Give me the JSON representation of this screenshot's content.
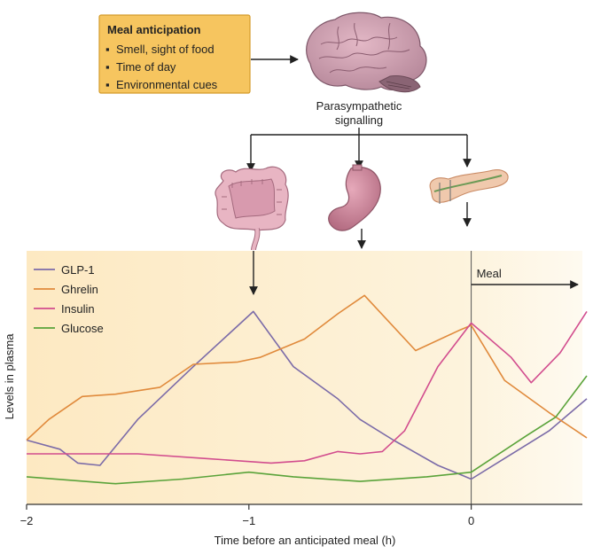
{
  "anticipation_box": {
    "title": "Meal anticipation",
    "items": [
      "Smell, sight of food",
      "Time of day",
      "Environmental cues"
    ],
    "bullet": "▪",
    "fill": "#f6c55f",
    "stroke": "#d49b2a"
  },
  "brain_caption": [
    "Parasympathetic",
    "signalling"
  ],
  "chart_data": {
    "type": "line",
    "xlabel": "Time before an anticipated meal (h)",
    "ylabel": "Levels in plasma",
    "xlim": [
      -2,
      0.5
    ],
    "ylim": [
      0,
      1
    ],
    "xticks": [
      {
        "value": -2,
        "label": "−2"
      },
      {
        "value": -1,
        "label": "−1"
      },
      {
        "value": 0,
        "label": "0"
      }
    ],
    "meal_marker": {
      "x": 0,
      "label": "Meal"
    },
    "legend_position": "top-left",
    "series": [
      {
        "name": "GLP-1",
        "color": "#7b6ba8",
        "points": [
          [
            -2,
            0.28
          ],
          [
            -1.85,
            0.24
          ],
          [
            -1.77,
            0.18
          ],
          [
            -1.67,
            0.17
          ],
          [
            -1.5,
            0.37
          ],
          [
            -1.25,
            0.6
          ],
          [
            -0.98,
            0.84
          ],
          [
            -0.8,
            0.6
          ],
          [
            -0.6,
            0.46
          ],
          [
            -0.5,
            0.37
          ],
          [
            -0.35,
            0.28
          ],
          [
            -0.15,
            0.17
          ],
          [
            -0.05,
            0.13
          ],
          [
            0,
            0.11
          ],
          [
            0.15,
            0.2
          ],
          [
            0.35,
            0.32
          ],
          [
            0.52,
            0.46
          ]
        ]
      },
      {
        "name": "Ghrelin",
        "color": "#e08a3c",
        "points": [
          [
            -2,
            0.28
          ],
          [
            -1.9,
            0.37
          ],
          [
            -1.75,
            0.47
          ],
          [
            -1.6,
            0.48
          ],
          [
            -1.4,
            0.51
          ],
          [
            -1.25,
            0.61
          ],
          [
            -1.05,
            0.62
          ],
          [
            -0.95,
            0.64
          ],
          [
            -0.75,
            0.72
          ],
          [
            -0.6,
            0.83
          ],
          [
            -0.48,
            0.91
          ],
          [
            -0.25,
            0.67
          ],
          [
            -0.05,
            0.76
          ],
          [
            0,
            0.78
          ],
          [
            0.15,
            0.54
          ],
          [
            0.35,
            0.4
          ],
          [
            0.52,
            0.29
          ]
        ]
      },
      {
        "name": "Insulin",
        "color": "#d24d8e",
        "points": [
          [
            -2,
            0.22
          ],
          [
            -1.7,
            0.22
          ],
          [
            -1.5,
            0.22
          ],
          [
            -1.2,
            0.2
          ],
          [
            -0.9,
            0.18
          ],
          [
            -0.75,
            0.19
          ],
          [
            -0.6,
            0.23
          ],
          [
            -0.5,
            0.22
          ],
          [
            -0.4,
            0.23
          ],
          [
            -0.3,
            0.32
          ],
          [
            -0.15,
            0.6
          ],
          [
            0,
            0.79
          ],
          [
            0.18,
            0.64
          ],
          [
            0.27,
            0.53
          ],
          [
            0.4,
            0.66
          ],
          [
            0.52,
            0.84
          ]
        ]
      },
      {
        "name": "Glucose",
        "color": "#5aa33a",
        "points": [
          [
            -2,
            0.12
          ],
          [
            -1.6,
            0.09
          ],
          [
            -1.3,
            0.11
          ],
          [
            -1,
            0.14
          ],
          [
            -0.8,
            0.12
          ],
          [
            -0.5,
            0.1
          ],
          [
            -0.2,
            0.12
          ],
          [
            0,
            0.14
          ],
          [
            0.25,
            0.3
          ],
          [
            0.38,
            0.38
          ],
          [
            0.52,
            0.56
          ]
        ]
      }
    ]
  }
}
